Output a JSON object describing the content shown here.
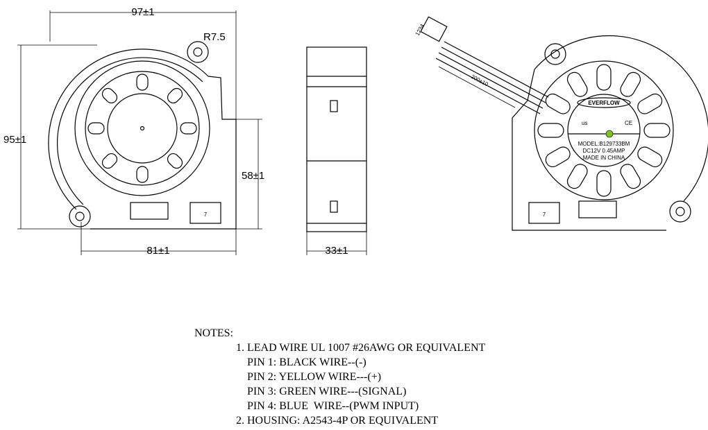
{
  "dimensions": {
    "width": "97±1",
    "radius": "R7.5",
    "height": "95±1",
    "outlet_height": "58±1",
    "hole_spacing": "81±1",
    "thickness": "33±1",
    "wire_length": "200±10",
    "connector_pins": "1234"
  },
  "label": {
    "brand": "EVERFLOW",
    "model": "MODEL:B129733BM",
    "rating": "DC12V  0.45AMP",
    "origin": "MADE IN CHINA",
    "cert": "us",
    "ce": "CE",
    "led_color": "#7cc21e"
  },
  "recycle_mark": "7",
  "notes": {
    "title": "NOTES:",
    "lines": [
      "1. LEAD WIRE UL 1007 #26AWG OR EQUIVALENT",
      "    PIN 1: BLACK WIRE--(-)",
      "    PIN 2: YELLOW WIRE---(+)",
      "    PIN 3: GREEN WIRE---(SIGNAL)",
      "    PIN 4: BLUE  WIRE--(PWM INPUT)",
      "2. HOUSING: A2543-4P OR EQUIVALENT"
    ]
  }
}
